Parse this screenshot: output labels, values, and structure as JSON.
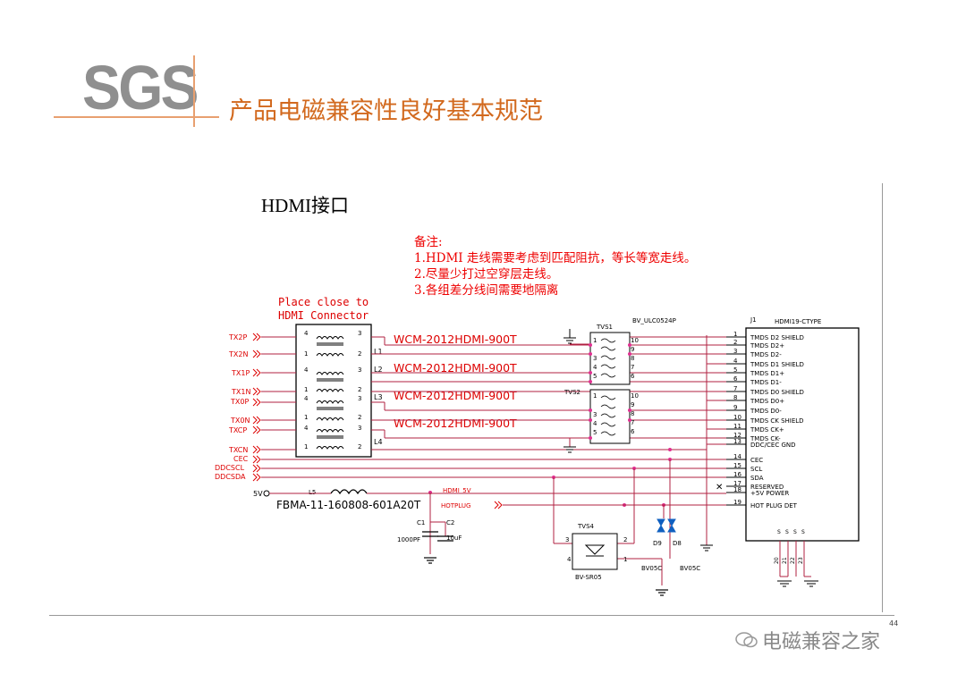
{
  "header": {
    "logo": "SGS",
    "title": "产品电磁兼容性良好基本规范"
  },
  "section_title": "HDMI接口",
  "notes": {
    "heading": "备注:",
    "items": [
      "1.HDMI 走线需要考虑到匹配阻抗，等长等宽走线。",
      "2.尽量少打过空穿层走线。",
      "3.各组差分线间需要地隔离"
    ]
  },
  "schematic": {
    "place_note_1": "Place close to",
    "place_note_2": "HDMI Connector",
    "signals_left": [
      "TX2P",
      "TX2N",
      "TX1P",
      "TX1N",
      "TX0P",
      "TX0N",
      "TXCP",
      "TXCN",
      "CEC",
      "DDCSCL",
      "DDCSDA"
    ],
    "chokes": [
      "L1",
      "L2",
      "L3",
      "L4"
    ],
    "choke_part": "WCM-2012HDMI-900T",
    "tvs1": "TVS1",
    "tvs1_part": "BV_ULC0524P",
    "tvs2": "TVS2",
    "connector_ref": "J1",
    "connector_part": "HDMI19-CTYPE",
    "connector_pins": [
      {
        "num": "1",
        "label": "TMDS D2 SHIELD"
      },
      {
        "num": "2",
        "label": "TMDS D2+"
      },
      {
        "num": "3",
        "label": "TMDS D2-"
      },
      {
        "num": "4",
        "label": "TMDS D1 SHIELD"
      },
      {
        "num": "5",
        "label": "TMDS D1+"
      },
      {
        "num": "6",
        "label": "TMDS D1-"
      },
      {
        "num": "7",
        "label": "TMDS D0 SHIELD"
      },
      {
        "num": "8",
        "label": "TMDS D0+"
      },
      {
        "num": "9",
        "label": "TMDS D0-"
      },
      {
        "num": "10",
        "label": "TMDS CK SHIELD"
      },
      {
        "num": "11",
        "label": "TMDS CK+"
      },
      {
        "num": "12",
        "label": "TMDS CK-"
      },
      {
        "num": "13",
        "label": "DDC/CEC GND"
      },
      {
        "num": "14",
        "label": "CEC"
      },
      {
        "num": "15",
        "label": "SCL"
      },
      {
        "num": "16",
        "label": "SDA"
      },
      {
        "num": "17",
        "label": "RESERVED"
      },
      {
        "num": "18",
        "label": "+5V POWER"
      },
      {
        "num": "19",
        "label": "HOT PLUG DET"
      }
    ],
    "shield_pins": [
      "20",
      "21",
      "22",
      "23"
    ],
    "supply": "5V",
    "l5": "L5",
    "l5_part": "FBMA-11-160808-601A20T",
    "hdmi_5v": "HDMI_5V",
    "hotplug": "HOTPLUG",
    "c1": "C1",
    "c1_val": "1000PF",
    "c2": "C2",
    "c2_val": "10uF",
    "tvs4": "TVS4",
    "tvs4_part": "BV-SR05",
    "d9": "D9",
    "d8": "D8",
    "d9_part": "BV05C",
    "d8_part": "BV05C"
  },
  "page_number": "44",
  "watermark": "电磁兼容之家"
}
